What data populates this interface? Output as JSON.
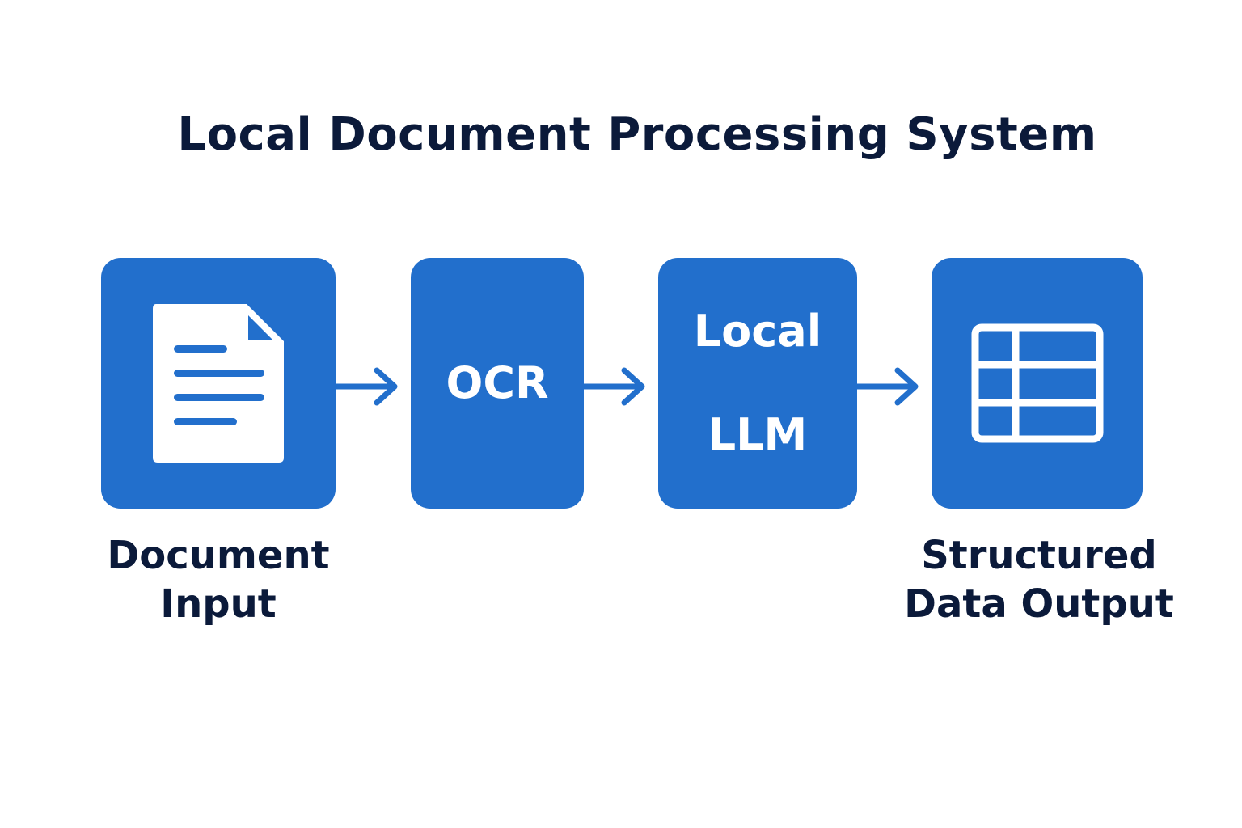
{
  "title": "Local Document Processing System",
  "colors": {
    "box_fill": "#226fcc",
    "text_dark": "#0b1a3a",
    "icon_fill": "#ffffff"
  },
  "steps": [
    {
      "id": "document-input",
      "icon": "document-icon",
      "caption_lines": [
        "Document",
        "Input"
      ]
    },
    {
      "id": "ocr",
      "label": "OCR"
    },
    {
      "id": "local-llm",
      "label_lines": [
        "Local",
        "LLM"
      ]
    },
    {
      "id": "structured-data-output",
      "icon": "table-icon",
      "caption_lines": [
        "Structured",
        "Data Output"
      ]
    }
  ],
  "connectors": [
    "arrow-right-icon",
    "arrow-right-icon",
    "arrow-right-icon"
  ]
}
